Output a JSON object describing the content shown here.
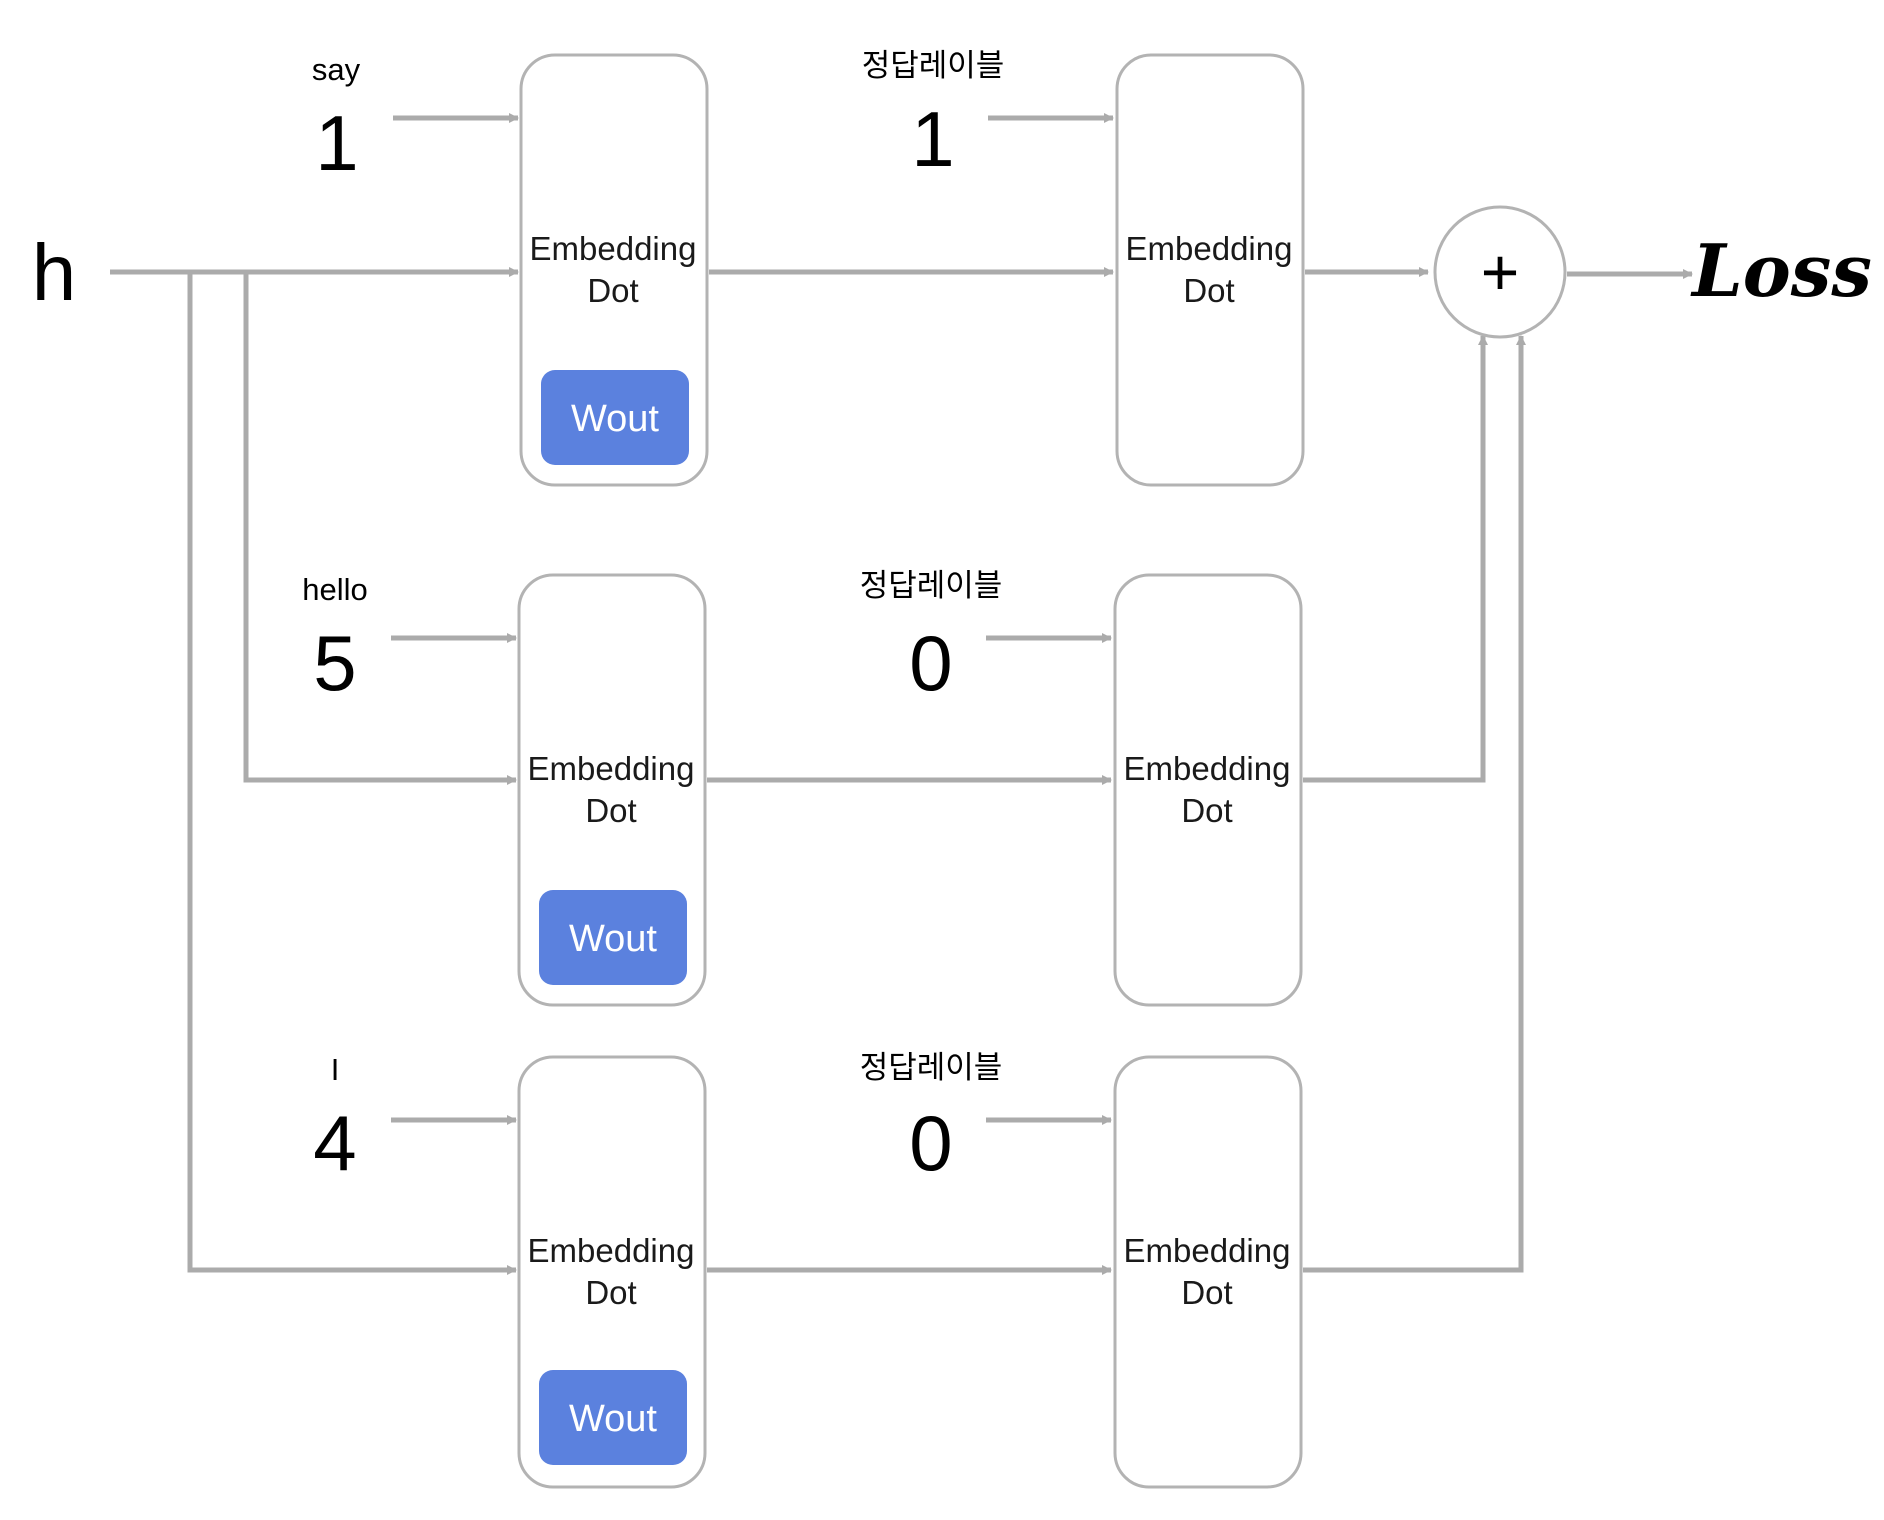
{
  "input_label": "h",
  "box_line1": "Embedding",
  "box_line2": "Dot",
  "weight_label": "Wout",
  "label_caption": "정답레이블",
  "sum_symbol": "+",
  "output_label": "Loss",
  "rows": [
    {
      "word": "say",
      "index": "1",
      "label": "1"
    },
    {
      "word": "hello",
      "index": "5",
      "label": "0"
    },
    {
      "word": "I",
      "index": "4",
      "label": "0"
    }
  ],
  "colors": {
    "wire": "#ababab",
    "box_border": "#b3b3b3",
    "weight_block": "#5b81de"
  }
}
